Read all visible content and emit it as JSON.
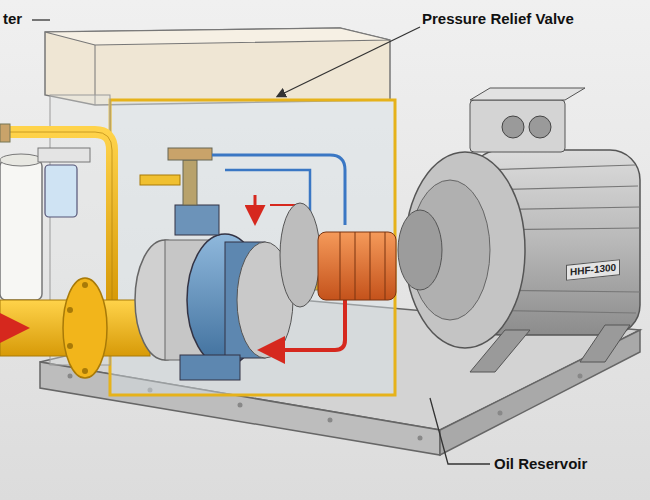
{
  "diagram": {
    "labels": [
      "ter",
      "Pressure Relief Valve",
      "Oil Reservoir",
      "HHF-1300"
    ]
  }
}
